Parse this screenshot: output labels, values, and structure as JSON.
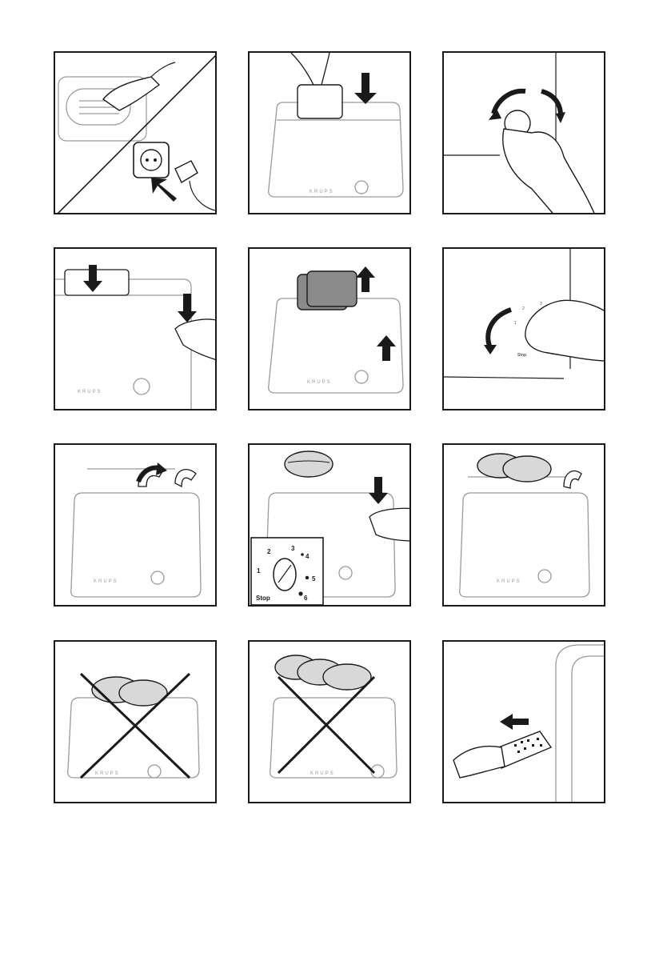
{
  "brand": "KRUPS",
  "dial": {
    "marks": [
      "1",
      "2",
      "3",
      "4",
      "5",
      "6"
    ],
    "stop": "Stop"
  },
  "panels": [
    {
      "id": 1,
      "step": "plug-in"
    },
    {
      "id": 2,
      "step": "insert-bread"
    },
    {
      "id": 3,
      "step": "set-browning-dial"
    },
    {
      "id": 4,
      "step": "press-lever"
    },
    {
      "id": 5,
      "step": "toast-pops-up"
    },
    {
      "id": 6,
      "step": "turn-dial-to-stop"
    },
    {
      "id": 7,
      "step": "raise-bun-warmer"
    },
    {
      "id": 8,
      "step": "warm-bun"
    },
    {
      "id": 9,
      "step": "warm-two-buns"
    },
    {
      "id": 10,
      "step": "do-not-warm-on-slots"
    },
    {
      "id": 11,
      "step": "do-not-overload-warmer"
    },
    {
      "id": 12,
      "step": "remove-crumb-tray"
    }
  ],
  "colors": {
    "line": "#1a1a1a",
    "light": "#9a9a9a",
    "bread": "#8a8a8a",
    "bun": "#d8d8d8"
  }
}
